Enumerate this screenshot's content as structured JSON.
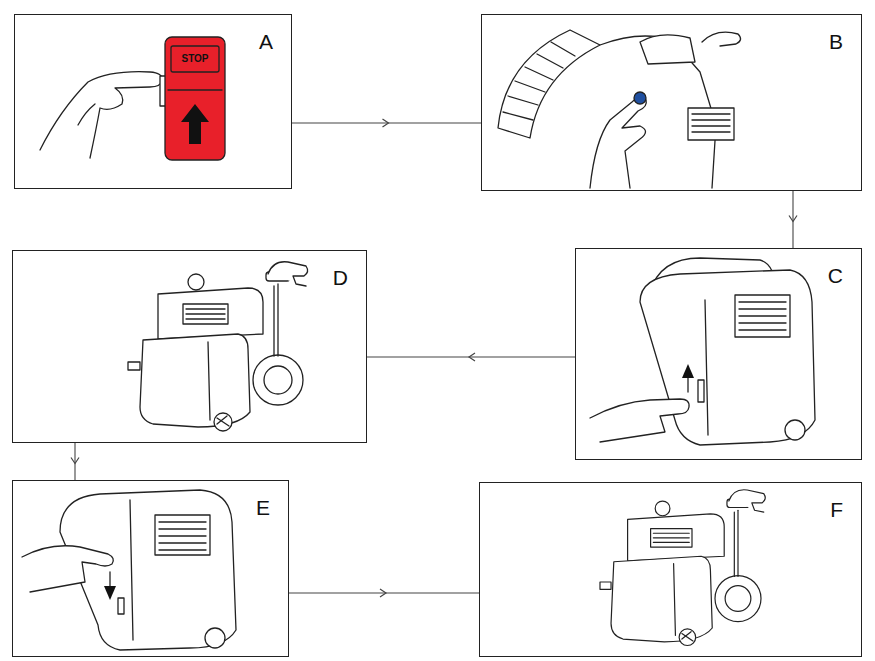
{
  "diagram": {
    "nodes": [
      {
        "text": [
          "A"
        ]
      },
      {
        "text": [
          "B"
        ]
      },
      {
        "text": [
          "C"
        ]
      },
      {
        "text": [
          "D"
        ]
      },
      {
        "text": [
          "E"
        ]
      },
      {
        "text": [
          "F"
        ]
      }
    ],
    "edges": [
      {
        "from": 0,
        "to": 1,
        "arrow": "to"
      },
      {
        "from": 1,
        "to": 2,
        "arrow": "to"
      },
      {
        "from": 2,
        "to": 3,
        "arrow": "to"
      },
      {
        "from": 3,
        "to": 4,
        "arrow": "to"
      },
      {
        "from": 4,
        "to": 5,
        "arrow": "to"
      }
    ],
    "labels": [
      "STOP"
    ]
  }
}
